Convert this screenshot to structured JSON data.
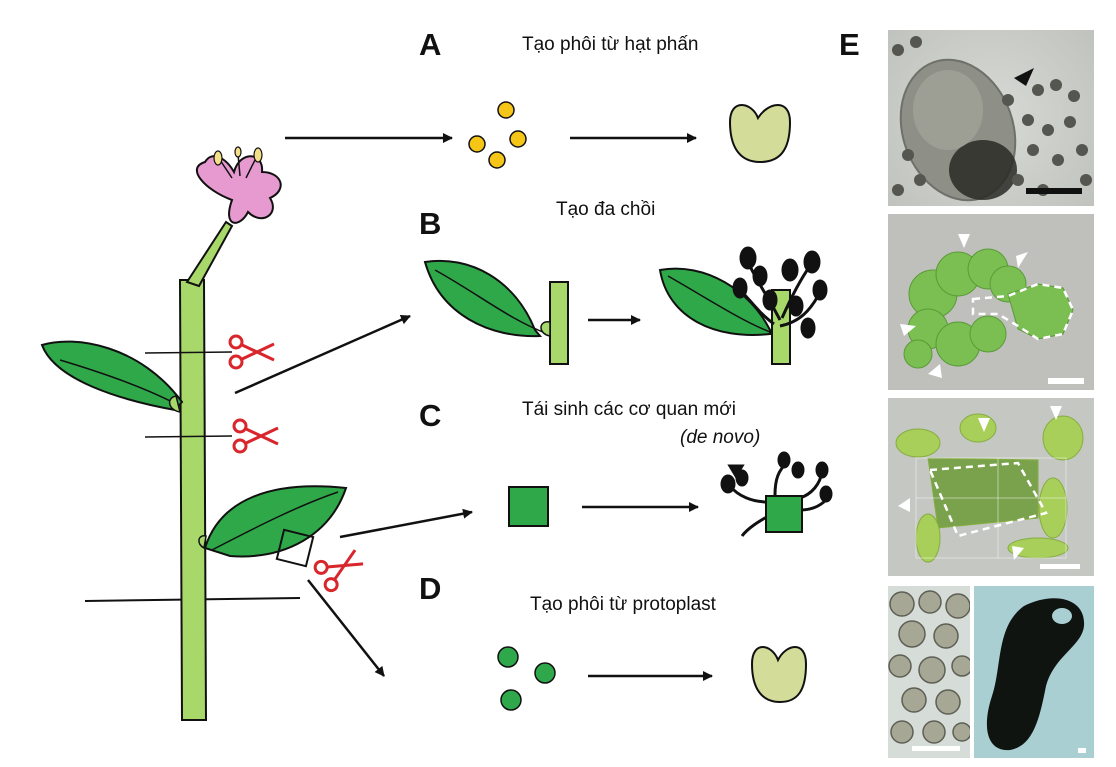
{
  "panels": {
    "a": {
      "letter": "A",
      "caption": "Tạo phôi từ hạt phấn"
    },
    "b": {
      "letter": "B",
      "caption": "Tạo đa chồi"
    },
    "c": {
      "letter": "C",
      "caption": "Tái sinh các cơ quan mới",
      "caption_italic": "(de novo)"
    },
    "d": {
      "letter": "D",
      "caption": "Tạo phôi từ protoplast"
    },
    "e": {
      "letter": "E"
    }
  },
  "colors": {
    "leaf_green": "#2fa84a",
    "stem_green": "#a8d86a",
    "flower_pink": "#e79ad0",
    "pollen_yellow": "#f5c518",
    "embryo_khaki": "#d4dc9a",
    "scissors_red": "#d9262c",
    "protoplast_green": "#2ea84a",
    "shoot_black": "#111111"
  },
  "icons": [
    "scissors-icon",
    "arrow-icon",
    "flower-icon",
    "leaf-icon",
    "embryo-icon",
    "shoot-icon"
  ]
}
